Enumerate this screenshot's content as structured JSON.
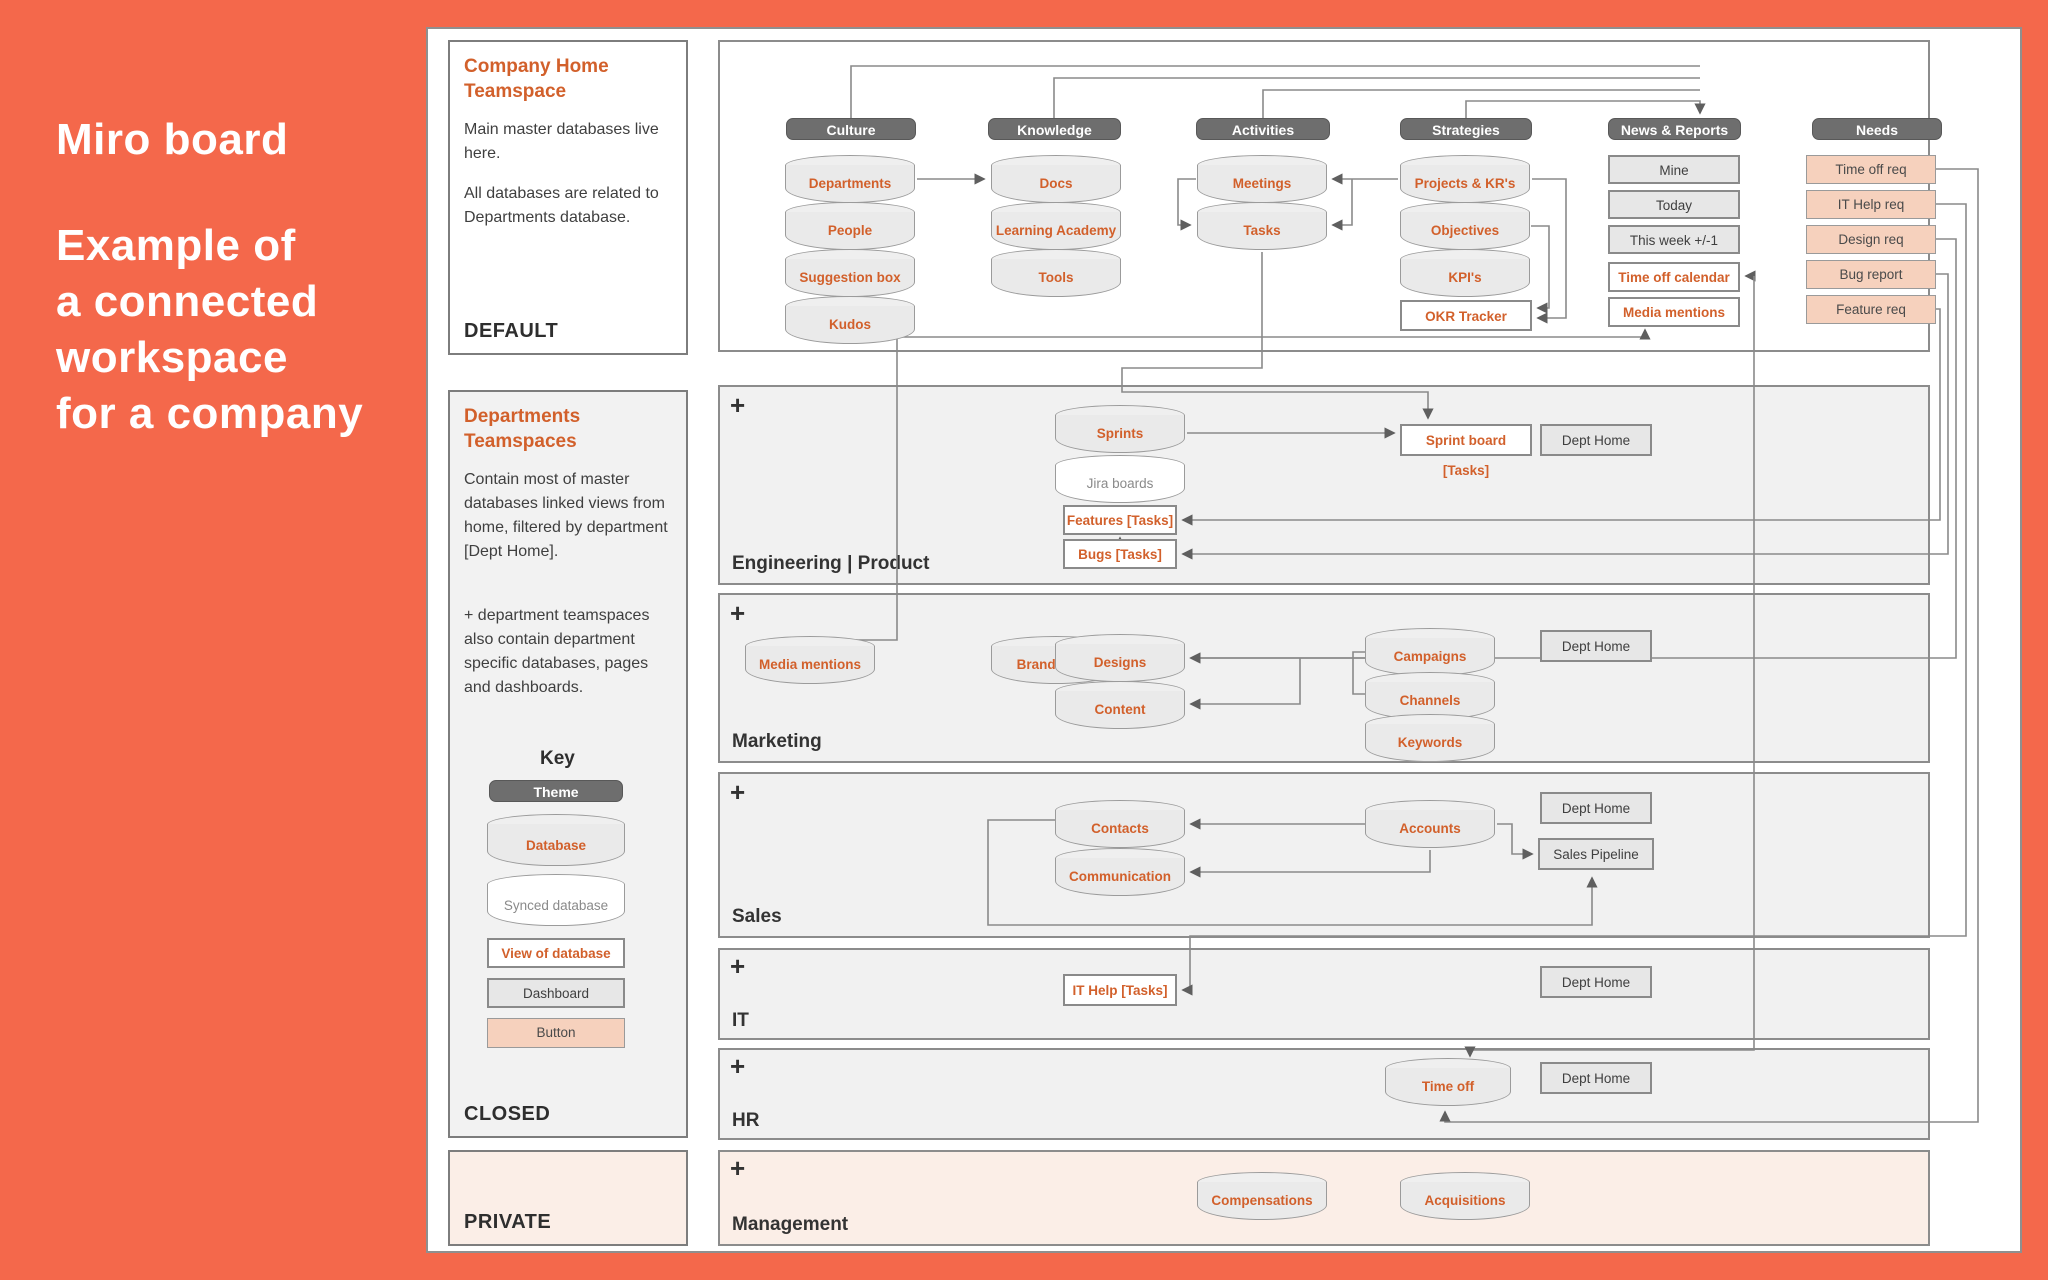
{
  "colors": {
    "background_orange": "#F4684B",
    "accent_orange_text": "#D2602B",
    "theme_pill": "#6E6E6E",
    "button_peach": "#F6D1BD",
    "private_pink": "#FBEEE7",
    "section_gray": "#F1F1F1"
  },
  "caption": {
    "title": "Miro board",
    "line1": "Example of",
    "line2": "a connected",
    "line3": "workspace",
    "line4": "for a company"
  },
  "sidebar": {
    "company_home": {
      "title": "Company Home Teamspace",
      "body1": "Main master databases live here.",
      "body2": "All databases are related to Departments database.",
      "footer": "DEFAULT"
    },
    "departments": {
      "title": "Departments Teamspaces",
      "body1": "Contain most of master databases linked views from home, filtered by department [Dept Home].",
      "body2": "+ department teamspaces also contain department specific databases, pages and dashboards.",
      "key_title": "Key",
      "key": {
        "theme": "Theme",
        "database": "Database",
        "synced": "Synced database",
        "view": "View of database",
        "dashboard": "Dashboard",
        "button": "Button"
      },
      "footer": "CLOSED"
    },
    "private": {
      "footer": "PRIVATE"
    }
  },
  "home": {
    "themes": {
      "culture": "Culture",
      "knowledge": "Knowledge",
      "activities": "Activities",
      "strategies": "Strategies",
      "news": "News & Reports",
      "needs": "Needs"
    },
    "culture": {
      "db1": "Departments",
      "db2": "People",
      "db3": "Suggestion box",
      "db4": "Kudos"
    },
    "knowledge": {
      "db1": "Docs",
      "db2": "Learning Academy",
      "db3": "Tools"
    },
    "activities": {
      "db1": "Meetings",
      "db2": "Tasks"
    },
    "strategies": {
      "db1": "Projects & KR's",
      "db2": "Objectives",
      "db3": "KPI's",
      "view1": "OKR Tracker"
    },
    "news": {
      "dash1": "Mine",
      "dash2": "Today",
      "dash3": "This week +/-1",
      "view1": "Time off calendar",
      "view2": "Media mentions"
    },
    "needs": {
      "btn1": "Time off req",
      "btn2": "IT Help req",
      "btn3": "Design req",
      "btn4": "Bug report",
      "btn5": "Feature req"
    }
  },
  "sections": {
    "engineering": {
      "plus": "+",
      "label": "Engineering | Product",
      "db1": "Sprints",
      "db2": "Jira boards",
      "view1": "Features [Tasks]",
      "view2": "Bugs [Tasks]",
      "view3": "Sprint board [Tasks]",
      "dash1": "Dept Home"
    },
    "marketing": {
      "plus": "+",
      "label": "Marketing",
      "db1": "Media mentions",
      "db2": "Branding kit",
      "db3": "Designs",
      "db4": "Content",
      "db5": "Campaigns",
      "db6": "Channels",
      "db7": "Keywords",
      "dash1": "Dept Home"
    },
    "sales": {
      "plus": "+",
      "label": "Sales",
      "db1": "Contacts",
      "db2": "Communication",
      "db3": "Accounts",
      "dash1": "Dept Home",
      "dash2": "Sales Pipeline"
    },
    "it": {
      "plus": "+",
      "label": "IT",
      "view1": "IT Help [Tasks]",
      "dash1": "Dept Home"
    },
    "hr": {
      "plus": "+",
      "label": "HR",
      "db1": "Time off",
      "dash1": "Dept Home"
    },
    "management": {
      "plus": "+",
      "label": "Management",
      "db1": "Compensations",
      "db2": "Acquisitions"
    }
  }
}
